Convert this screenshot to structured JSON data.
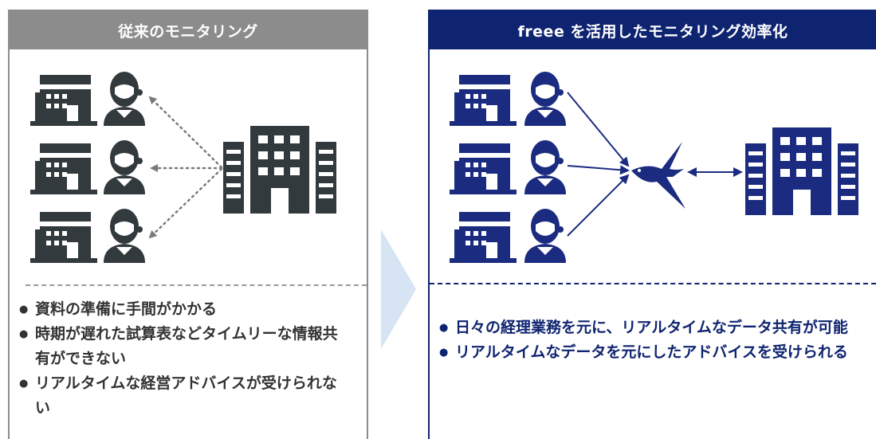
{
  "left_panel": {
    "title": "従来のモニタリング",
    "bullets": [
      "資料の準備に手間がかかる",
      "時期が遅れた試算表などタイムリーな情報共有ができない",
      "リアルタイムな経営アドバイスが受けられない"
    ]
  },
  "right_panel": {
    "title": "freee を活用したモニタリング効率化",
    "bullets": [
      "日々の経理業務を元に、リアルタイムなデータ共有が可能",
      "リアルタイムなデータを元にしたアドバイスを受けられる"
    ]
  },
  "colors": {
    "left_accent": "#8c8c8c",
    "left_icon": "#333a3d",
    "right_accent": "#0f2470",
    "right_icon": "#1b2c80",
    "transition_arrow": "#d6e4f3"
  },
  "icons": {
    "store": "store-icon",
    "person": "person-icon",
    "office": "office-building-icon",
    "bird": "freee-bird-icon"
  }
}
